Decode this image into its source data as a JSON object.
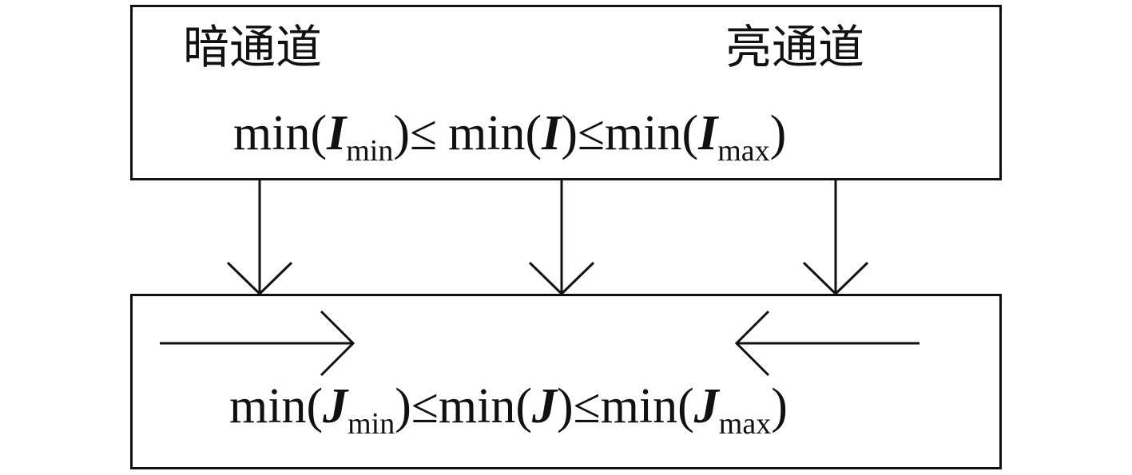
{
  "top_box": {
    "dark_channel_label": "暗通道",
    "bright_channel_label": "亮通道",
    "formula": {
      "f1": "min(",
      "var1": "I",
      "sub1": "min",
      "rel1": ")≤",
      "f2": "min(",
      "var2": "I",
      "rel2": ")≤min(",
      "var3": "I",
      "sub3": "max",
      "close": ")"
    }
  },
  "bottom_box": {
    "formula": {
      "f1": "min(",
      "var1": "J",
      "sub1": "min",
      "rel1": ")≤min(",
      "var2": "J",
      "rel2": ")≤min(",
      "var3": "J",
      "sub3": "max",
      "close": ")"
    }
  },
  "arrows": {
    "down_count": 3,
    "horizontal": [
      "right",
      "left"
    ]
  }
}
